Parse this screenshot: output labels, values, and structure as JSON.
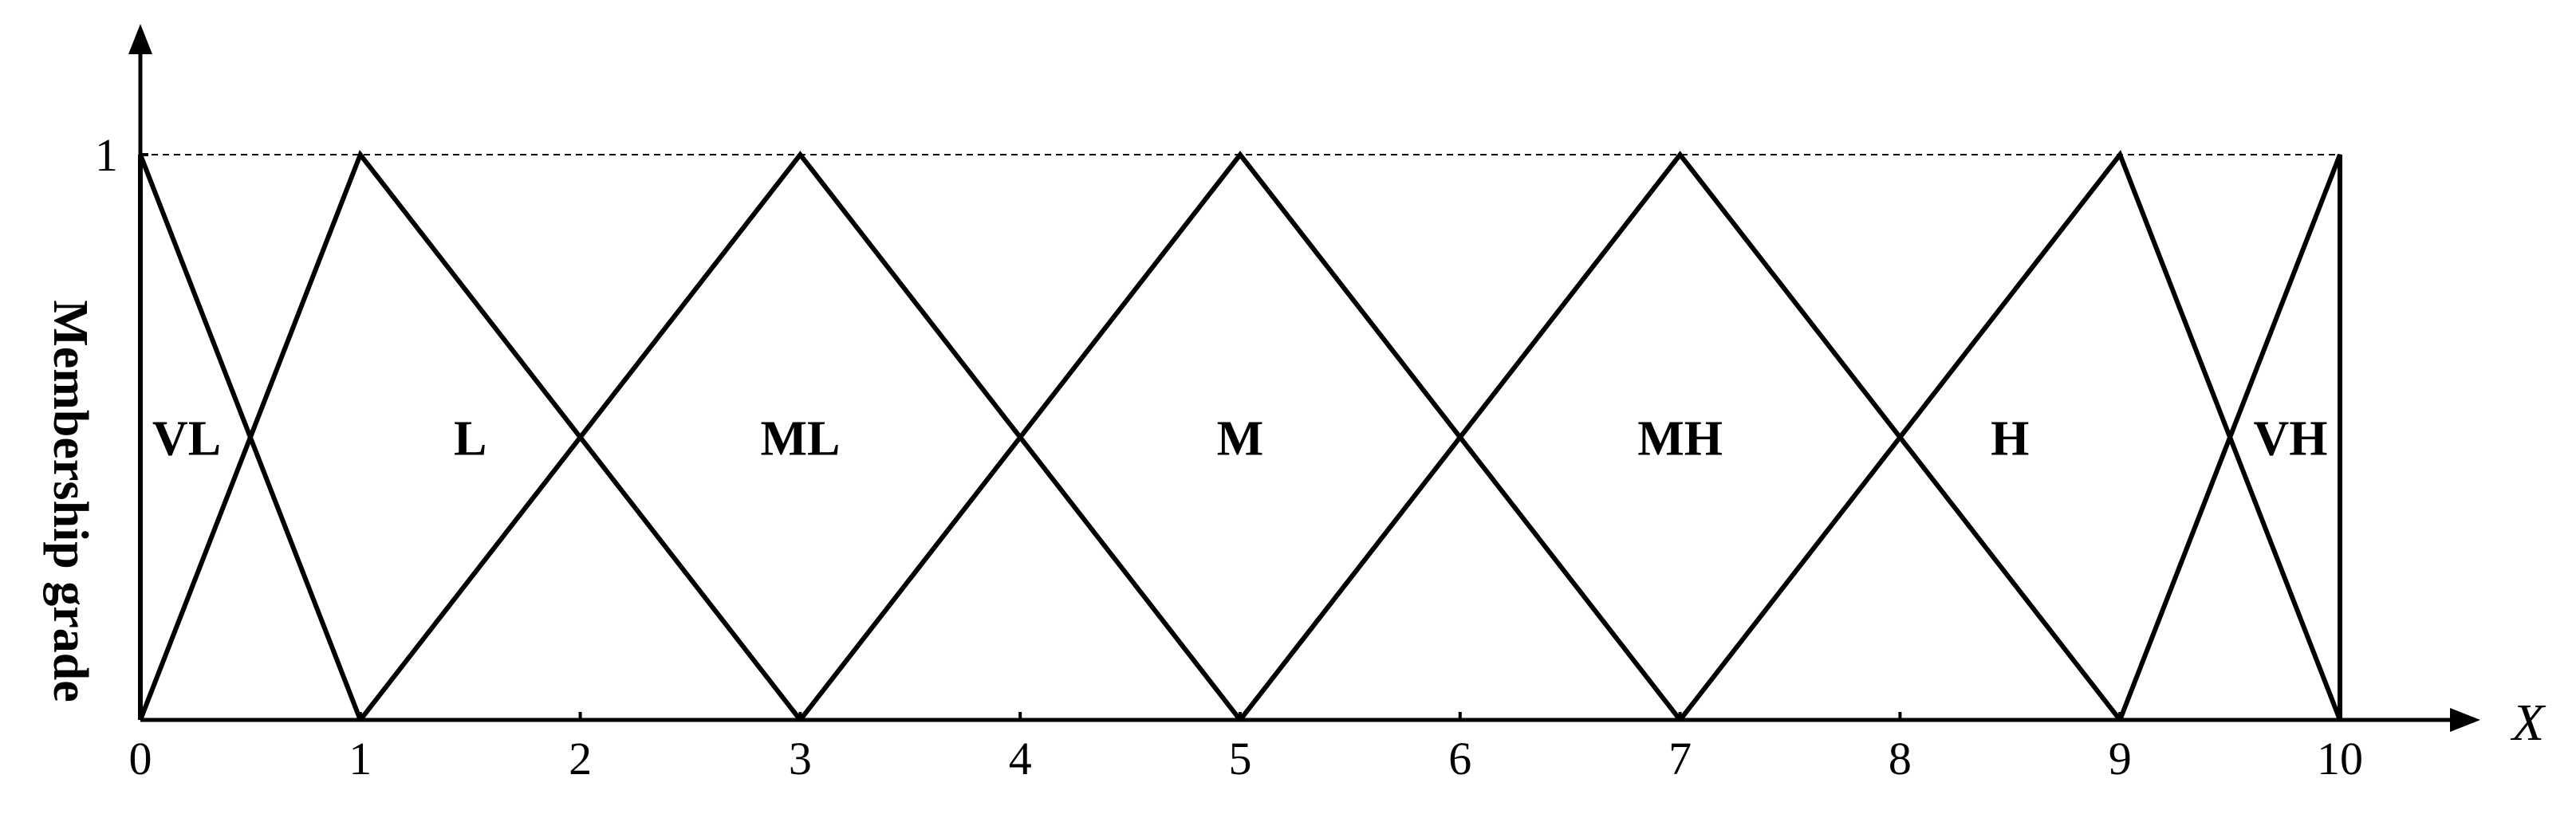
{
  "chart_data": {
    "type": "line",
    "title": "",
    "xlabel": "X",
    "ylabel": "Membership grade",
    "xlim": [
      0,
      10
    ],
    "ylim": [
      0,
      1
    ],
    "x_ticks": [
      {
        "value": 0,
        "label": "0"
      },
      {
        "value": 1,
        "label": "1"
      },
      {
        "value": 2,
        "label": "2"
      },
      {
        "value": 3,
        "label": "3"
      },
      {
        "value": 4,
        "label": "4"
      },
      {
        "value": 5,
        "label": "5"
      },
      {
        "value": 6,
        "label": "6"
      },
      {
        "value": 7,
        "label": "7"
      },
      {
        "value": 8,
        "label": "8"
      },
      {
        "value": 9,
        "label": "9"
      },
      {
        "value": 10,
        "label": "10"
      }
    ],
    "y_ticks": [
      {
        "value": 1,
        "label": "1"
      }
    ],
    "reference_line": {
      "y": 1,
      "style": "dotted"
    },
    "grid": false,
    "legend": "none",
    "series": [
      {
        "name": "VL",
        "label_at": [
          0.5,
          0.5
        ],
        "points": [
          [
            0,
            0
          ],
          [
            0,
            1
          ],
          [
            1,
            0
          ]
        ]
      },
      {
        "name": "L",
        "label_at": [
          1.5,
          0.5
        ],
        "points": [
          [
            0,
            0
          ],
          [
            1,
            1
          ],
          [
            3,
            0
          ]
        ]
      },
      {
        "name": "ML",
        "label_at": [
          3.0,
          0.5
        ],
        "points": [
          [
            1,
            0
          ],
          [
            3,
            1
          ],
          [
            5,
            0
          ]
        ]
      },
      {
        "name": "M",
        "label_at": [
          5.0,
          0.5
        ],
        "points": [
          [
            3,
            0
          ],
          [
            5,
            1
          ],
          [
            7,
            0
          ]
        ]
      },
      {
        "name": "MH",
        "label_at": [
          7.0,
          0.5
        ],
        "points": [
          [
            5,
            0
          ],
          [
            7,
            1
          ],
          [
            9,
            0
          ]
        ]
      },
      {
        "name": "H",
        "label_at": [
          8.5,
          0.5
        ],
        "points": [
          [
            7,
            0
          ],
          [
            9,
            1
          ],
          [
            10,
            0
          ]
        ]
      },
      {
        "name": "VH",
        "label_at": [
          9.5,
          0.5
        ],
        "points": [
          [
            9,
            0
          ],
          [
            10,
            1
          ],
          [
            10,
            0
          ]
        ]
      }
    ]
  }
}
